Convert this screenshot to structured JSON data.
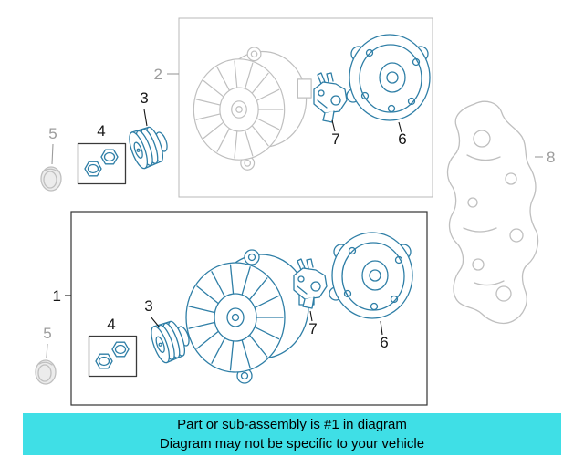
{
  "diagram": {
    "callouts": [
      {
        "label": "1",
        "muted": false
      },
      {
        "label": "2",
        "muted": true
      },
      {
        "label": "3",
        "muted": false
      },
      {
        "label": "4",
        "muted": false
      },
      {
        "label": "5",
        "muted": true
      },
      {
        "label": "6",
        "muted": false
      },
      {
        "label": "7",
        "muted": false
      },
      {
        "label": "8",
        "muted": true
      }
    ]
  },
  "banner": {
    "line1": "Part or sub-assembly is #1 in diagram",
    "line2": "Diagram may not be specific to your vehicle"
  },
  "colors": {
    "highlight": "#2e7ea6",
    "muted": "#bfbfbf",
    "label-gray": "#9c9c9c",
    "banner": "#3fdfe6"
  }
}
